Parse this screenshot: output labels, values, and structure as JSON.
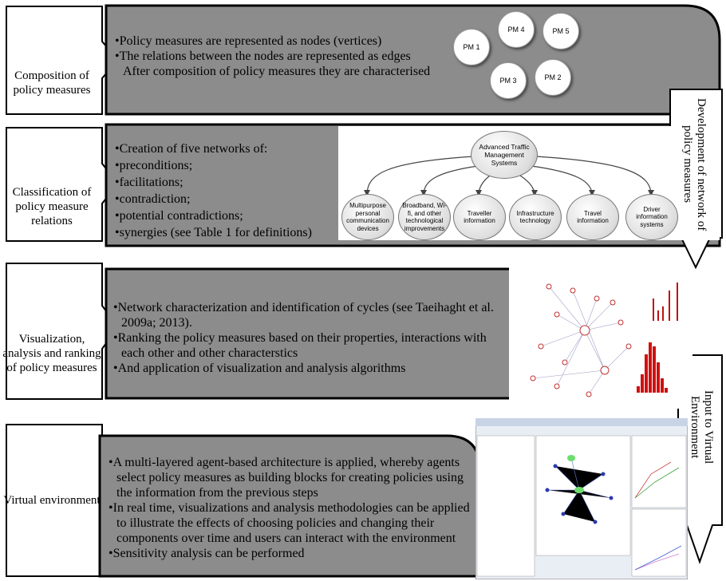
{
  "stages": [
    {
      "label": "Composition of policy measures",
      "bullets": [
        "Policy measures are represented as nodes (vertices)",
        "The relations between the nodes are represented as edges"
      ],
      "continuation": "After composition of policy measures they are characterised",
      "nodes": [
        "PM 1",
        "PM 4",
        "PM 5",
        "PM 3",
        "PM 2"
      ]
    },
    {
      "label": "Classification of policy measure relations",
      "bullets": [
        "Creation of five networks of:",
        "preconditions;",
        "facilitations;",
        "contradiction;",
        "potential contradictions;",
        "synergies (see Table 1 for definitions)"
      ],
      "network": {
        "hub": "Advanced Traffic Management Systems",
        "leaves": [
          "Multipurpose personal communication devices",
          "Broadband, Wi-fi, and other technological improvements",
          "Traveller information",
          "Infrastructure technology",
          "Travel information",
          "Driver information systems"
        ]
      }
    },
    {
      "label": "Visualization, analysis and ranking of policy measures",
      "bullets": [
        "Network characterization and identification of cycles (see Taeihaght et al. 2009a; 2013).",
        "Ranking the policy measures based on their properties, interactions with each other and other characterstics",
        "And application of visualization and analysis algorithms"
      ]
    },
    {
      "label": "Virtual environment",
      "bullets": [
        "A multi-layered agent-based architecture is applied, whereby agents select policy measures as building blocks for creating policies using the information from the previous steps",
        "In real time, visualizations and analysis methodologies can be applied to illustrate the effects of choosing policies and changing their components over time and users can interact with the environment",
        "Sensitivity analysis can be performed"
      ]
    }
  ],
  "side_arrows": [
    "Development of network of policy measures",
    "Input to Virtual Environment"
  ],
  "colors": {
    "box_fill": "#8c8c8c",
    "arrow_fill": "#ffffff",
    "stroke": "#000000"
  }
}
